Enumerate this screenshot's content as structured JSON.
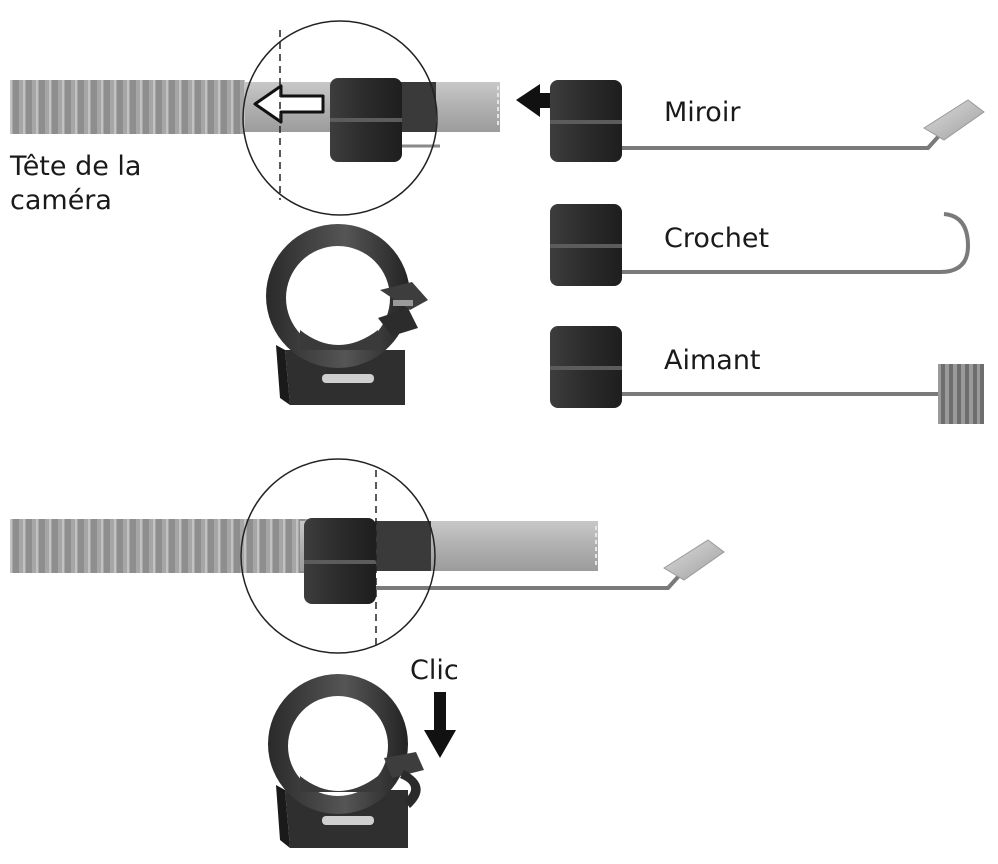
{
  "labels": {
    "camera_head_line1": "Tête de la",
    "camera_head_line2": "caméra",
    "mirror": "Miroir",
    "hook": "Crochet",
    "magnet": "Aimant",
    "click": "Clic"
  },
  "colors": {
    "hose": "#9a9a9a",
    "hose_dark": "#7d7d7d",
    "clip": "#2d2d2d",
    "clip_mid": "#474747",
    "metal": "#8a8a8a",
    "tube": "#b8b8b8",
    "outline": "#111111"
  }
}
